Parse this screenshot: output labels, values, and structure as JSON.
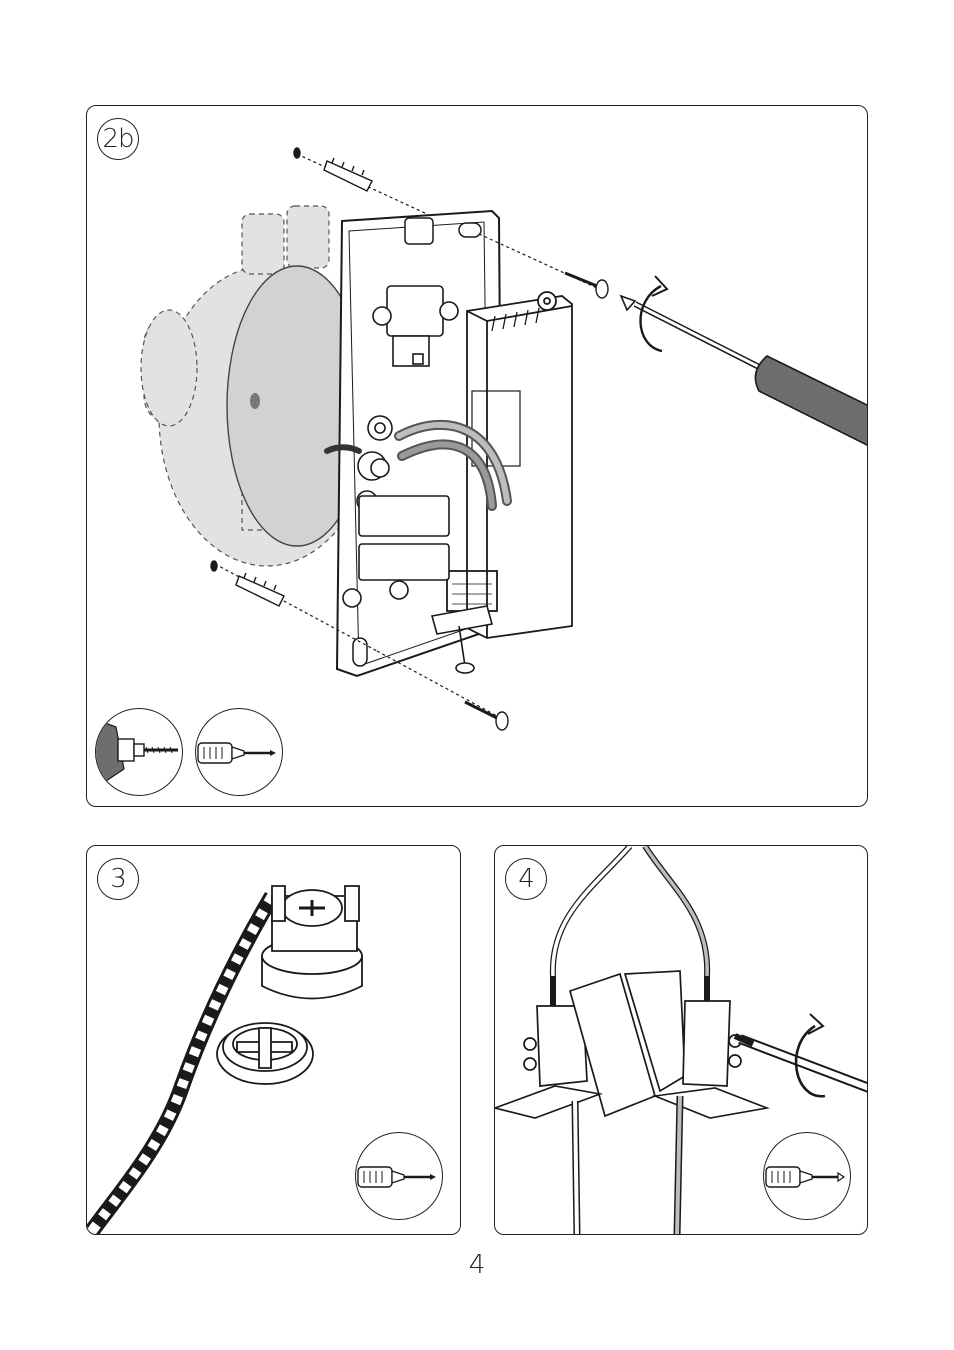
{
  "steps": [
    {
      "label": "2b"
    },
    {
      "label": "3"
    },
    {
      "label": "4"
    }
  ],
  "tools": {
    "panel_2b": [
      "drill-icon",
      "screwdriver-icon"
    ],
    "panel_3": [
      "screwdriver-icon"
    ],
    "panel_4": [
      "screwdriver-icon"
    ]
  },
  "colors": {
    "line": "#1a1a1a",
    "junction_box": "#d9d9d9",
    "screwdriver_handle": "#6e6e6e"
  },
  "page": {
    "number": "4"
  }
}
